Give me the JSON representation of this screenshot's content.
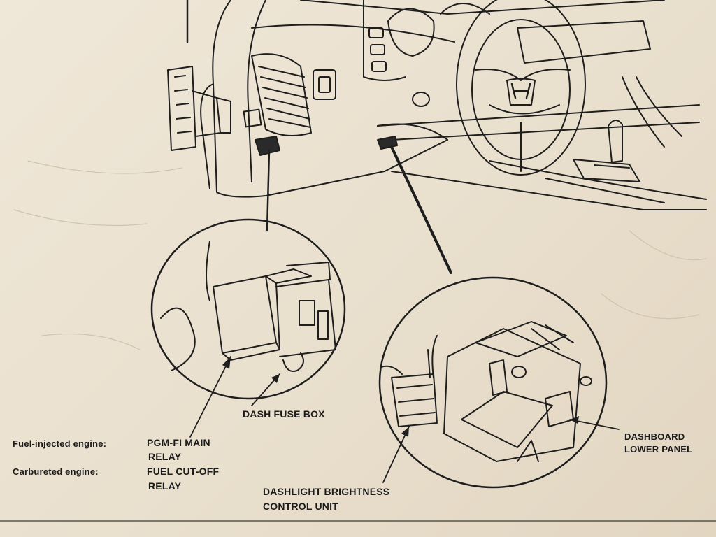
{
  "labels": {
    "dash_fuse_box": "DASH FUSE BOX",
    "fuel_injected_engine": "Fuel-injected engine:",
    "pgm_fi_main_relay_line1": "PGM-FI MAIN",
    "pgm_fi_main_relay_line2": "RELAY",
    "carbureted_engine": "Carbureted engine:",
    "fuel_cut_off_relay_line1": "FUEL CUT-OFF",
    "fuel_cut_off_relay_line2": "RELAY",
    "dashlight_brightness_line1": "DASHLIGHT BRIGHTNESS",
    "dashlight_brightness_line2": "CONTROL UNIT",
    "dashboard_lower_panel_line1": "DASHBOARD",
    "dashboard_lower_panel_line2": "LOWER PANEL"
  },
  "colors": {
    "paper": "#ece3d3",
    "ink": "#1b1b1b"
  }
}
